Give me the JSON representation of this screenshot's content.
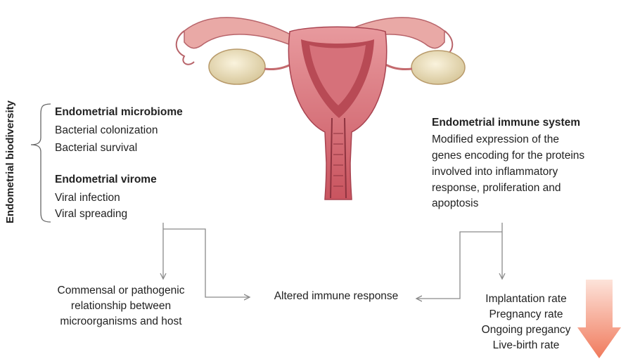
{
  "side_label": "Endometrial biodiversity",
  "left_panel": {
    "microbiome_title": "Endometrial microbiome",
    "microbiome_items": [
      "Bacterial colonization",
      "Bacterial survival"
    ],
    "virome_title": "Endometrial virome",
    "virome_items": [
      "Viral infection",
      "Viral spreading"
    ]
  },
  "right_panel": {
    "title": "Endometrial immune system",
    "lines": [
      "Modified expression of the",
      "genes encoding for the proteins",
      "involved into inflammatory",
      "response, proliferation and",
      "apoptosis"
    ]
  },
  "outcomes": {
    "left": [
      "Commensal or pathogenic",
      "relationship between",
      "microorganisms and host"
    ],
    "center": "Altered immune response",
    "right": [
      "Implantation rate",
      "Pregnancy rate",
      "Ongoing pregancy",
      "Live-birth rate"
    ]
  },
  "colors": {
    "arrow": "#8a8a8a",
    "down_arrow_top": "#fde3da",
    "down_arrow_bottom": "#f07a5c",
    "uterus": "#d9717a",
    "uterus_dark": "#b84a55",
    "ovary": "#ede2c4"
  }
}
